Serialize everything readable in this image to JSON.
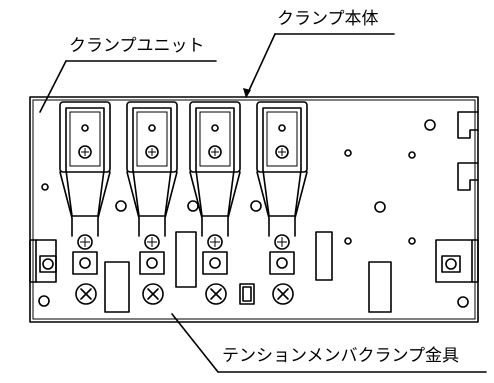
{
  "labels": {
    "clamp_body": "クランプ本体",
    "clamp_unit": "クランプユニット",
    "tension_member_clamp": "テンションメンバクランプ金具"
  }
}
